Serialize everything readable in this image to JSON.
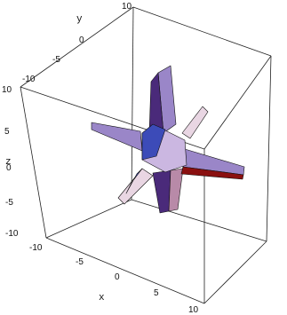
{
  "figure": {
    "type": "3d-surface-plot",
    "axes": {
      "x": {
        "label": "x",
        "ticks": [
          "-10",
          "-5",
          "0",
          "5",
          "10"
        ]
      },
      "y": {
        "label": "y",
        "ticks": [
          "10",
          "0",
          "-5",
          "-10"
        ]
      },
      "z": {
        "label": "z",
        "ticks": [
          "10",
          "5",
          "0",
          "-5",
          "-10"
        ]
      },
      "top_corner_label": "10"
    },
    "surface_colors": {
      "lavender": "#9a86c8",
      "deep_purple": "#4a2a7a",
      "light_pink": "#e9d6e3",
      "mauve": "#b88aa8",
      "blue": "#3c4bb8",
      "dark_red": "#8a1010",
      "pale_lilac": "#cbb7e1"
    }
  }
}
